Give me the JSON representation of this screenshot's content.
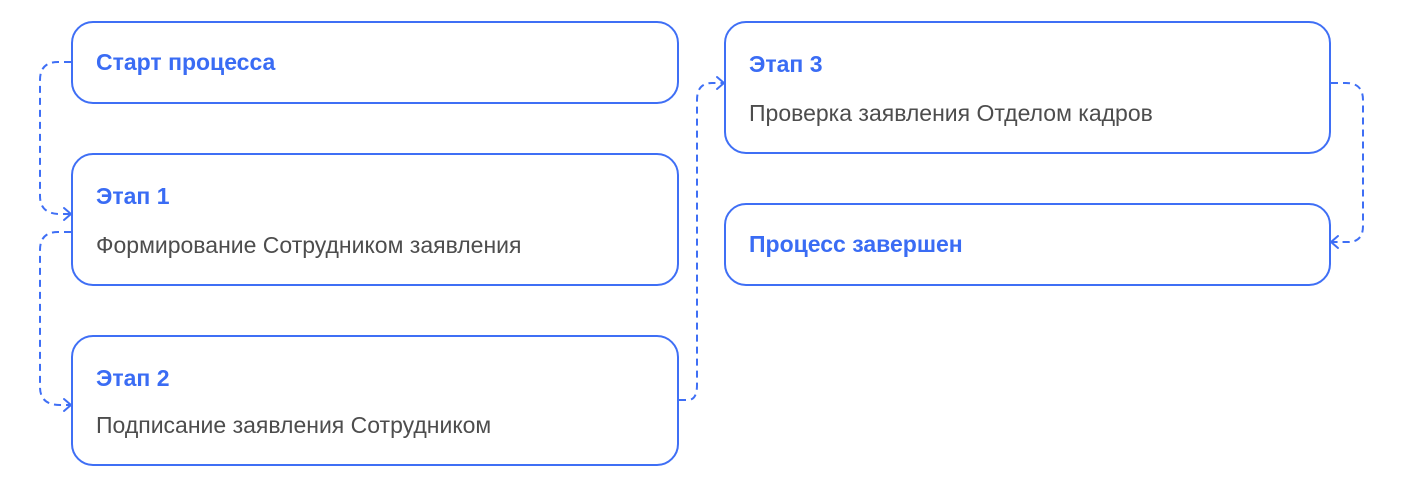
{
  "nodes": {
    "start": {
      "title": "Старт процесса"
    },
    "stage1": {
      "title": "Этап 1",
      "description": "Формирование Сотрудником заявления"
    },
    "stage2": {
      "title": "Этап 2",
      "description": "Подписание заявления Сотрудником"
    },
    "stage3": {
      "title": "Этап 3",
      "description": "Проверка заявления Отделом кадров"
    },
    "end": {
      "title": "Процесс завершен"
    }
  },
  "colors": {
    "accent": "#3f6ff5",
    "text": "#4d4d4d"
  }
}
